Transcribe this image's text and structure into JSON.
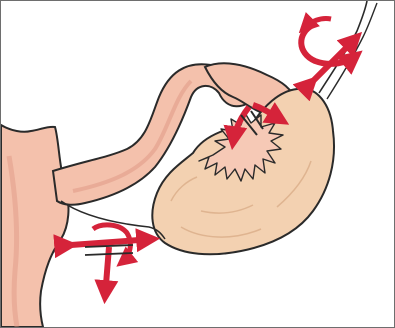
{
  "figure": {
    "subject": "uterine-tube-and-ovary-illustration",
    "arrow_groups": [
      "fimbriae-rotation-arrows",
      "ovary-hilum-arrows",
      "uterine-junction-arrows",
      "ligament-rotation-arrows"
    ]
  },
  "colors": {
    "background": "#ffffff",
    "tissue_pink": "#f4c1ac",
    "tissue_shadow": "#de9582",
    "ovary_beige": "#f3d1b1",
    "outline": "#1f1f1f",
    "arrow_red": "#d5233a"
  }
}
